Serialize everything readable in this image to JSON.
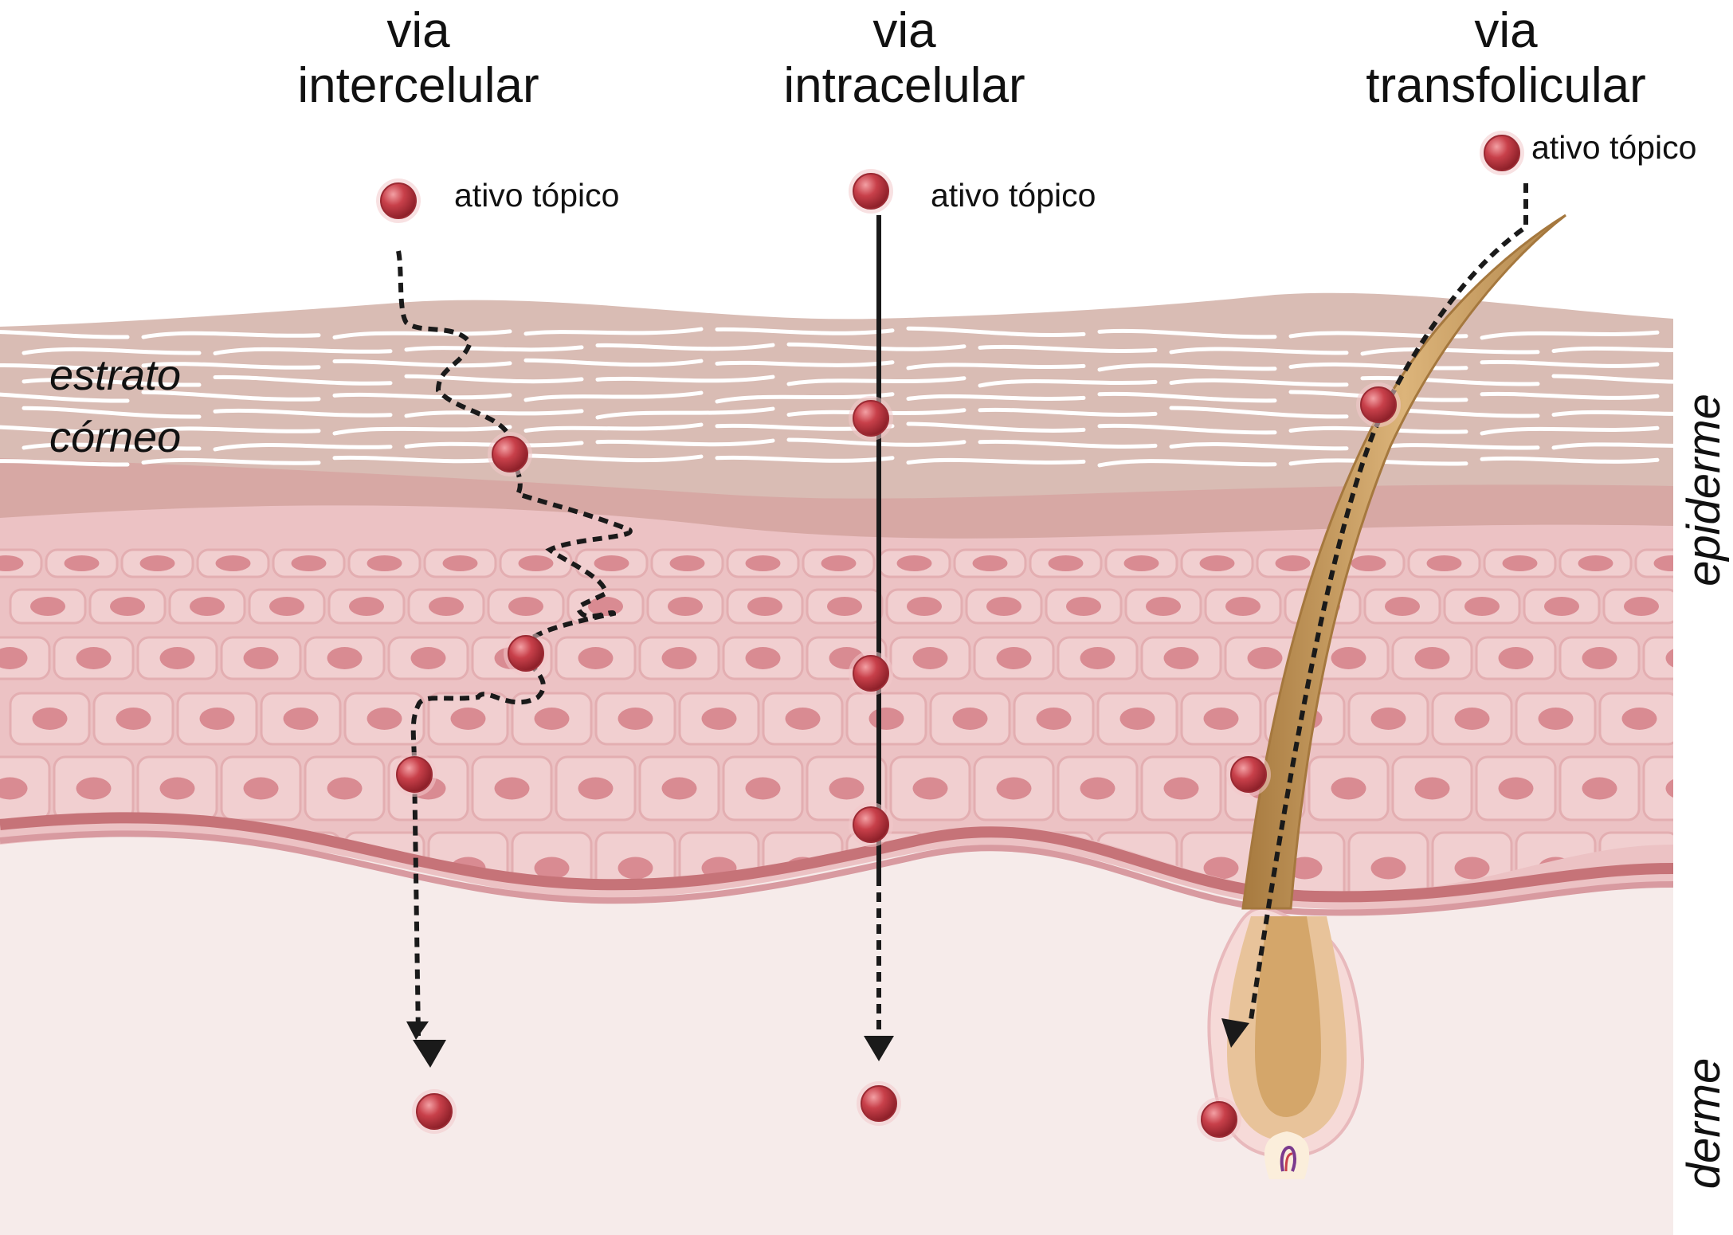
{
  "pathways": [
    {
      "line1": "via",
      "line2": "intercelular"
    },
    {
      "line1": "via",
      "line2": "intracelular"
    },
    {
      "line1": "via",
      "line2": "transfolicular"
    }
  ],
  "active_label": "ativo tópico",
  "layers": {
    "stratum_corneum_line1": "estrato",
    "stratum_corneum_line2": "córneo",
    "epidermis": "epiderme",
    "dermis": "derme"
  },
  "colors": {
    "particle": "#b8323a",
    "corneum": "#d9bcb4",
    "epidermis": "#ecc2c4",
    "cell_nucleus": "#d98b92",
    "basal_line": "#c67378",
    "dermis": "#f6ebea",
    "hair": "#c69a5c",
    "arrow": "#1a1a1a"
  }
}
